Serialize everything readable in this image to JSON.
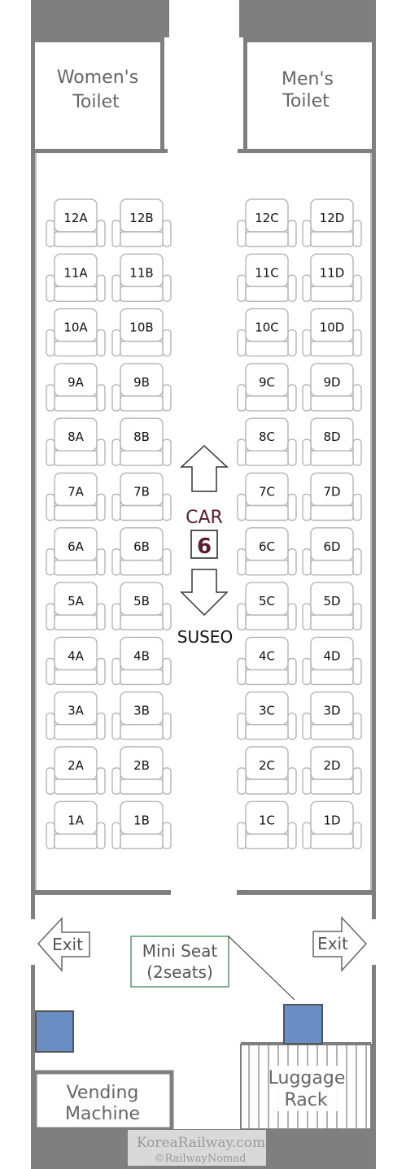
{
  "rooms": {
    "womens_toilet": [
      "Women's",
      "Toilet"
    ],
    "mens_toilet": [
      "Men's",
      "Toilet"
    ],
    "vending_machine": [
      "Vending",
      "Machine"
    ],
    "luggage_rack": [
      "Luggage",
      "Rack"
    ],
    "mini_seat": [
      "Mini Seat",
      "(2seats)"
    ]
  },
  "car": {
    "label": "CAR",
    "number": "6"
  },
  "direction": {
    "destination": "SUSEO"
  },
  "exits": {
    "left": "Exit",
    "right": "Exit"
  },
  "seating": {
    "rows": [
      12,
      11,
      10,
      9,
      8,
      7,
      6,
      5,
      4,
      3,
      2,
      1
    ],
    "left_columns": [
      "A",
      "B"
    ],
    "right_columns": [
      "C",
      "D"
    ]
  },
  "watermark": {
    "line1": "KoreaRailway.com",
    "line2": "©RailwayNomad"
  },
  "colors": {
    "wall": "#7f7f7f",
    "seat_outline": "#b5b5b5",
    "car_accent": "#5a1f2e",
    "mini_seat_square": "#6b8fc4",
    "mini_seat_box_border": "#2e7d4a"
  }
}
